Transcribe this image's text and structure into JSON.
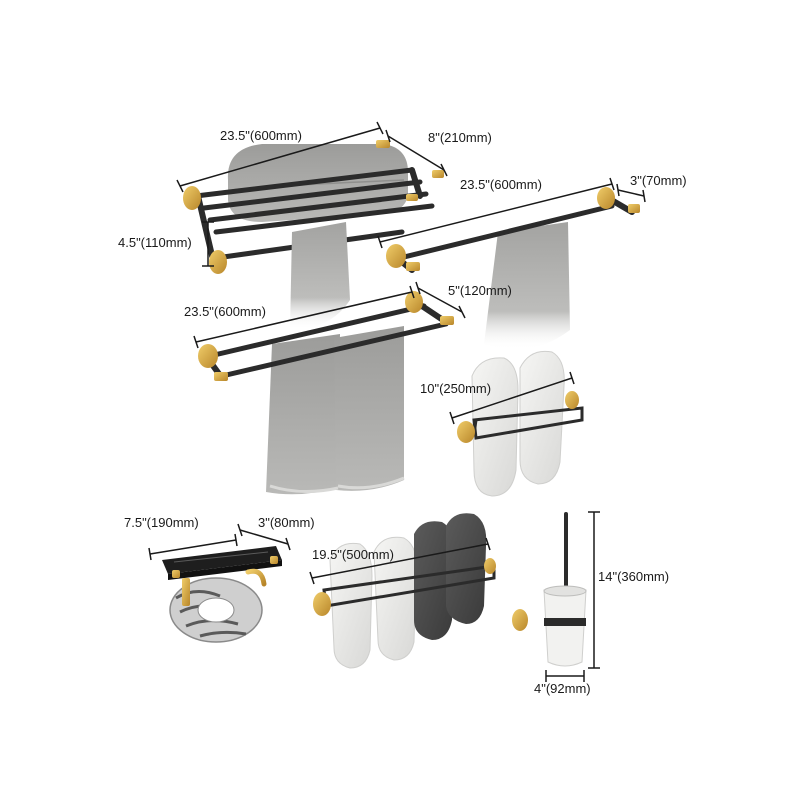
{
  "colors": {
    "background": "#ffffff",
    "bar_black": "#2b2b2b",
    "brass": "#d4a63a",
    "towel_gray": "#a9a9a7",
    "slipper_white": "#ececea",
    "slipper_dark": "#4a4a4a",
    "marble": "#1e1e1e",
    "dimension_line": "#1a1a1a"
  },
  "dimensions": {
    "shelf_width": "23.5\"(600mm)",
    "shelf_depth": "8\"(210mm)",
    "shelf_height": "4.5\"(110mm)",
    "single_bar_width": "23.5\"(600mm)",
    "single_bar_depth": "3\"(70mm)",
    "double_bar_width": "23.5\"(600mm)",
    "double_bar_depth": "5\"(120mm)",
    "small_slipper_rack_width": "10\"(250mm)",
    "paper_holder_width": "7.5\"(190mm)",
    "paper_holder_depth": "3\"(80mm)",
    "large_slipper_rack_width": "19.5\"(500mm)",
    "brush_holder_height": "14\"(360mm)",
    "brush_holder_width": "4\"(92mm)"
  },
  "icons": {
    "towel_shelf": "towel-shelf-icon",
    "single_towel_bar": "single-towel-bar-icon",
    "double_towel_bar": "double-towel-bar-icon",
    "small_slipper_rack": "small-slipper-rack-icon",
    "paper_holder": "paper-holder-icon",
    "large_slipper_rack": "large-slipper-rack-icon",
    "toilet_brush": "toilet-brush-icon"
  }
}
